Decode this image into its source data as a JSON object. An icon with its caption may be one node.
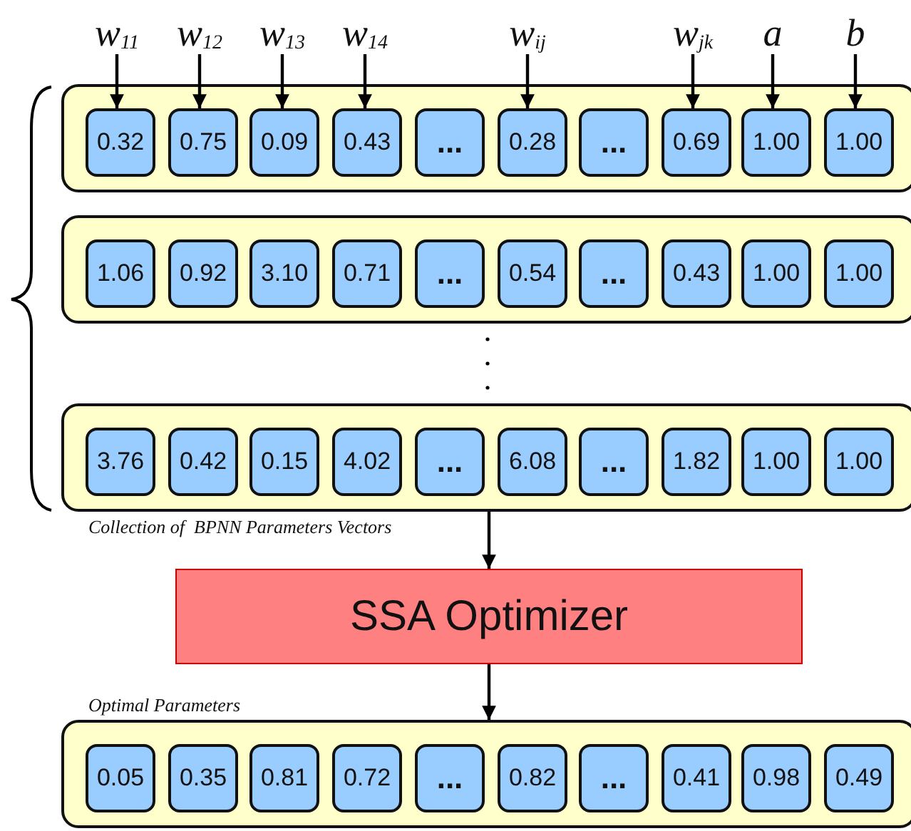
{
  "diagram": {
    "nodes": [
      {
        "text": [
          "w$_{11}$"
        ]
      },
      {
        "text": [
          "w$_{12}$"
        ]
      },
      {
        "text": [
          "w$_{13}$"
        ]
      },
      {
        "text": [
          "w$_{14}$"
        ]
      },
      {
        "text": [
          "w$_{ij}$"
        ]
      },
      {
        "text": [
          "w$_{jk}$"
        ]
      },
      {
        "text": [
          "a"
        ]
      },
      {
        "text": [
          "b"
        ]
      },
      {
        "text": [],
        "shape": "box"
      },
      {
        "text": [
          "0.32"
        ],
        "in": 8
      },
      {
        "text": [
          "0.75"
        ],
        "in": 8
      },
      {
        "text": [
          "0.09"
        ],
        "in": 8
      },
      {
        "text": [
          "0.43"
        ],
        "in": 8
      },
      {
        "text": [
          "..."
        ],
        "in": 8
      },
      {
        "text": [
          "0.28"
        ],
        "in": 8
      },
      {
        "text": [
          "..."
        ],
        "in": 8
      },
      {
        "text": [
          "0.69"
        ],
        "in": 8
      },
      {
        "text": [
          "1.00"
        ],
        "in": 8
      },
      {
        "text": [
          "1.00"
        ],
        "in": 8
      },
      {
        "text": [],
        "shape": "box"
      },
      {
        "text": [
          "1.06"
        ],
        "in": 19
      },
      {
        "text": [
          "0.92"
        ],
        "in": 19
      },
      {
        "text": [
          "3.10"
        ],
        "in": 19
      },
      {
        "text": [
          "0.71"
        ],
        "in": 19
      },
      {
        "text": [
          "..."
        ],
        "in": 19
      },
      {
        "text": [
          "0.54"
        ],
        "in": 19
      },
      {
        "text": [
          "..."
        ],
        "in": 19
      },
      {
        "text": [
          "0.43"
        ],
        "in": 19
      },
      {
        "text": [
          "1.00"
        ],
        "in": 19
      },
      {
        "text": [
          "1.00"
        ],
        "in": 19
      },
      {
        "text": [],
        "shape": "box"
      },
      {
        "text": [
          "3.76"
        ],
        "in": 30
      },
      {
        "text": [
          "0.42"
        ],
        "in": 30
      },
      {
        "text": [
          "0.15"
        ],
        "in": 30
      },
      {
        "text": [
          "4.02"
        ],
        "in": 30
      },
      {
        "text": [
          "..."
        ],
        "in": 30
      },
      {
        "text": [
          "6.08"
        ],
        "in": 30
      },
      {
        "text": [
          "..."
        ],
        "in": 30
      },
      {
        "text": [
          "1.82"
        ],
        "in": 30
      },
      {
        "text": [
          "1.00"
        ],
        "in": 30
      },
      {
        "text": [
          "1.00"
        ],
        "in": 30
      },
      {
        "text": [
          "SSA Optimizer"
        ]
      },
      {
        "text": [
          "Optimal Parameters"
        ]
      },
      {
        "text": [
          "0.05"
        ],
        "in": 42
      },
      {
        "text": [
          "0.35"
        ],
        "in": 42
      },
      {
        "text": [
          "0.81"
        ],
        "in": 42
      },
      {
        "text": [
          "0.72"
        ],
        "in": 42
      },
      {
        "text": [
          "..."
        ],
        "in": 42
      },
      {
        "text": [
          "0.82"
        ],
        "in": 42
      },
      {
        "text": [
          "..."
        ],
        "in": 42
      },
      {
        "text": [
          "0.41"
        ],
        "in": 42
      },
      {
        "text": [
          "0.98"
        ],
        "in": 42
      },
      {
        "text": [
          "0.49"
        ],
        "in": 42
      }
    ],
    "edges": [
      {
        "from": 0,
        "to": 9,
        "arrow": "to"
      },
      {
        "from": 1,
        "to": 10,
        "arrow": "to"
      },
      {
        "from": 2,
        "to": 11,
        "arrow": "to"
      },
      {
        "from": 3,
        "to": 12,
        "arrow": "to"
      },
      {
        "from": 4,
        "to": 14,
        "arrow": "to"
      },
      {
        "from": 5,
        "to": 16,
        "arrow": "to"
      },
      {
        "from": 6,
        "to": 17,
        "arrow": "to"
      },
      {
        "from": 7,
        "to": 18,
        "arrow": "to"
      },
      {
        "from": 30,
        "to": 41,
        "arrow": "to"
      },
      {
        "from": 41,
        "to": 42,
        "arrow": "to"
      }
    ],
    "labels": [
      "Collection of  BPNN Parameters Vectors"
    ]
  }
}
